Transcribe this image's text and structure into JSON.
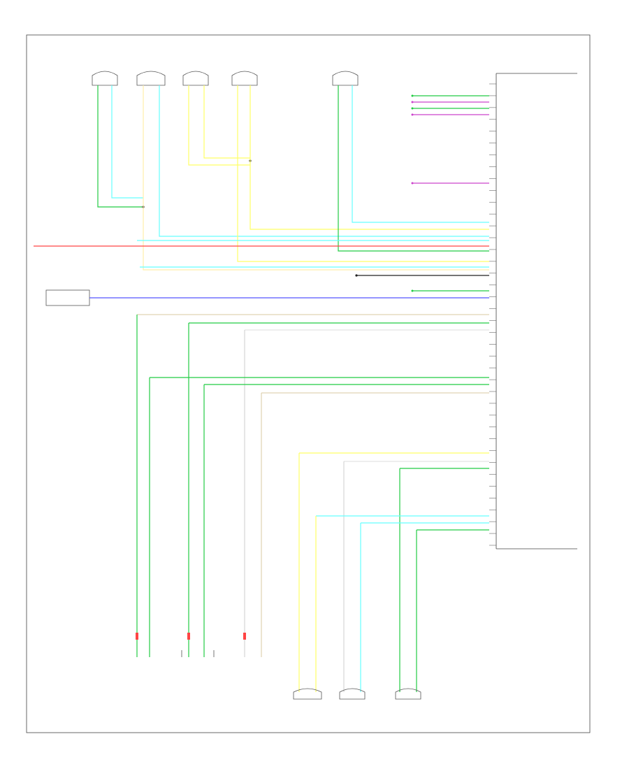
{
  "diagram": {
    "footer_tag": "",
    "connectors_top": [
      {
        "id": "lf_door_spk",
        "label": ""
      },
      {
        "id": "lf_door_tweeter",
        "label": ""
      },
      {
        "id": "rf_door_spk",
        "label": ""
      },
      {
        "id": "rf_door_tweeter",
        "label": ""
      },
      {
        "id": "subwoofer",
        "label": ""
      }
    ],
    "module": {
      "title": "",
      "pins": [
        "",
        "",
        "",
        "",
        "",
        "",
        "",
        "",
        "",
        "",
        "",
        "",
        "",
        "",
        "",
        "",
        "",
        "",
        "",
        "",
        "",
        "",
        "",
        "",
        "",
        "",
        "",
        "",
        "",
        "",
        "",
        "",
        "",
        "",
        "",
        "",
        "",
        "",
        "",
        ""
      ]
    },
    "wires": [
      {
        "id": "w1",
        "color_name": "",
        "hex": "#22cc44"
      },
      {
        "id": "w2",
        "color_name": "",
        "hex": "#cc44cc"
      },
      {
        "id": "w3",
        "color_name": "",
        "hex": "#ffff66"
      },
      {
        "id": "w4",
        "color_name": "",
        "hex": "#66ffff"
      },
      {
        "id": "w5",
        "color_name": "",
        "hex": "#ff4444"
      },
      {
        "id": "w6",
        "color_name": "",
        "hex": "#5555ff"
      },
      {
        "id": "w7",
        "color_name": "",
        "hex": "#d9c9a0"
      },
      {
        "id": "w8",
        "color_name": "",
        "hex": "#222222"
      }
    ],
    "connectors_bottom": [
      {
        "id": "lf_pillar",
        "label": ""
      },
      {
        "id": "rf_pillar",
        "label": ""
      },
      {
        "id": "rr_harness",
        "label": ""
      },
      {
        "id": "center_spk",
        "label": ""
      },
      {
        "id": "rr_door_spk",
        "label": ""
      },
      {
        "id": "lr_door_spk",
        "label": ""
      }
    ],
    "left_component": {
      "label": "",
      "sub": ""
    }
  }
}
